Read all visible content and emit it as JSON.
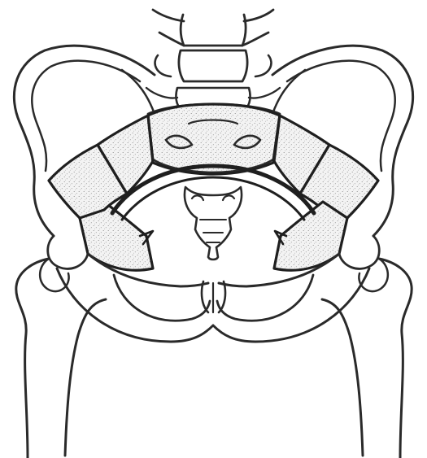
{
  "diagram": {
    "subject": "pelvis-line-drawing",
    "colors": {
      "ink": "#2a2a2a",
      "ink_heavy": "#1f1f1f",
      "stipple": "#6a6a6a",
      "paper": "#ffffff",
      "segment_fill": "#ececec"
    },
    "segments": [
      {
        "id": "left-anterior-segment"
      },
      {
        "id": "left-lateral-segment"
      },
      {
        "id": "left-posterior-segment"
      },
      {
        "id": "sacral-superior-segment"
      },
      {
        "id": "right-posterior-segment"
      },
      {
        "id": "right-lateral-segment"
      },
      {
        "id": "right-anterior-segment"
      }
    ]
  }
}
